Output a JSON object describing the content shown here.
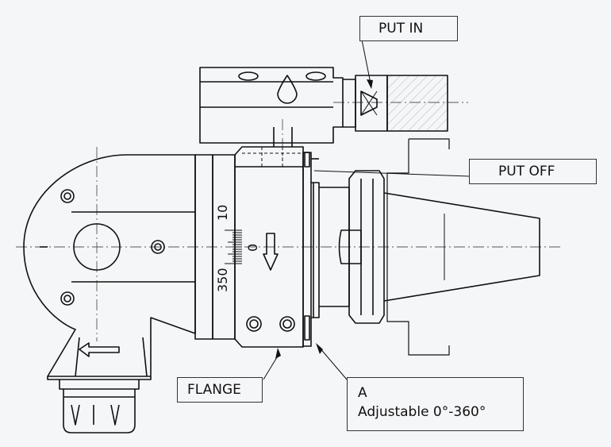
{
  "labels": {
    "put_in": "PUT IN",
    "put_off": "PUT OFF",
    "flange": "FLANGE",
    "note_a_title": "A",
    "note_a_text": "Adjustable 0°-360°"
  },
  "scale": {
    "top": "10",
    "mid": "0",
    "bottom": "350"
  },
  "colors": {
    "line": "#111111",
    "background": "#f5f6f8"
  }
}
